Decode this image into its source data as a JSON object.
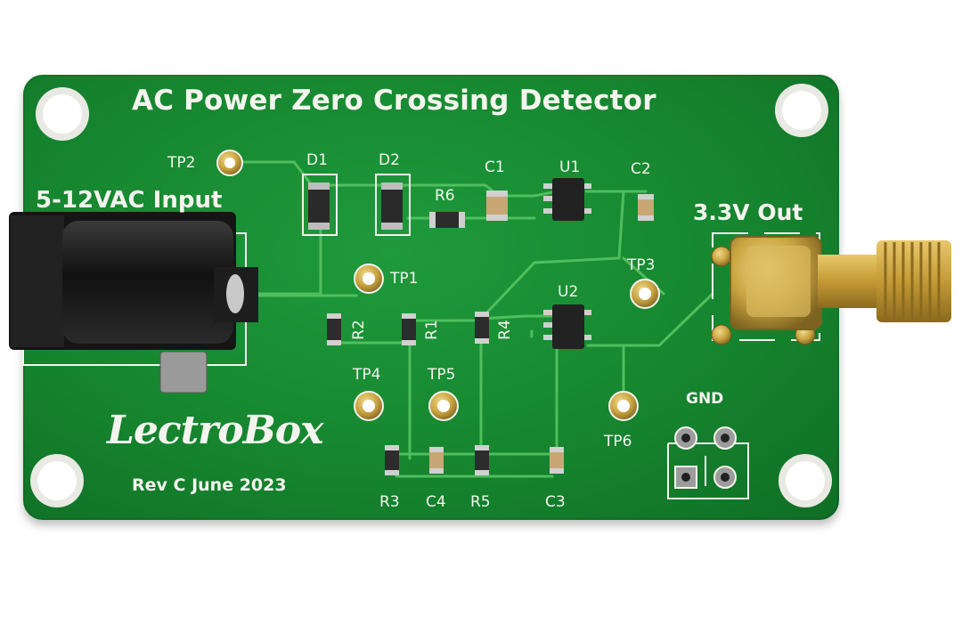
{
  "board": {
    "title": "AC Power Zero Crossing Detector",
    "input_label": "5-12VAC Input",
    "output_label": "3.3V Out",
    "brand": "LectroBox",
    "revision": "Rev C June 2023",
    "gnd_label": "GND"
  },
  "designators": {
    "tp1": "TP1",
    "tp2": "TP2",
    "tp3": "TP3",
    "tp4": "TP4",
    "tp5": "TP5",
    "tp6": "TP6",
    "d1": "D1",
    "d2": "D2",
    "c1": "C1",
    "c2": "C2",
    "c3": "C3",
    "c4": "C4",
    "u1": "U1",
    "u2": "U2",
    "r1": "R1",
    "r2": "R2",
    "r3": "R3",
    "r4": "R4",
    "r5": "R5",
    "r6": "R6"
  },
  "colors": {
    "pcb": "#16862f",
    "silkscreen": "#f4f4ee",
    "trace": "#5fce6a",
    "gold": "#c9a441",
    "jack": "#1a1a1a"
  }
}
